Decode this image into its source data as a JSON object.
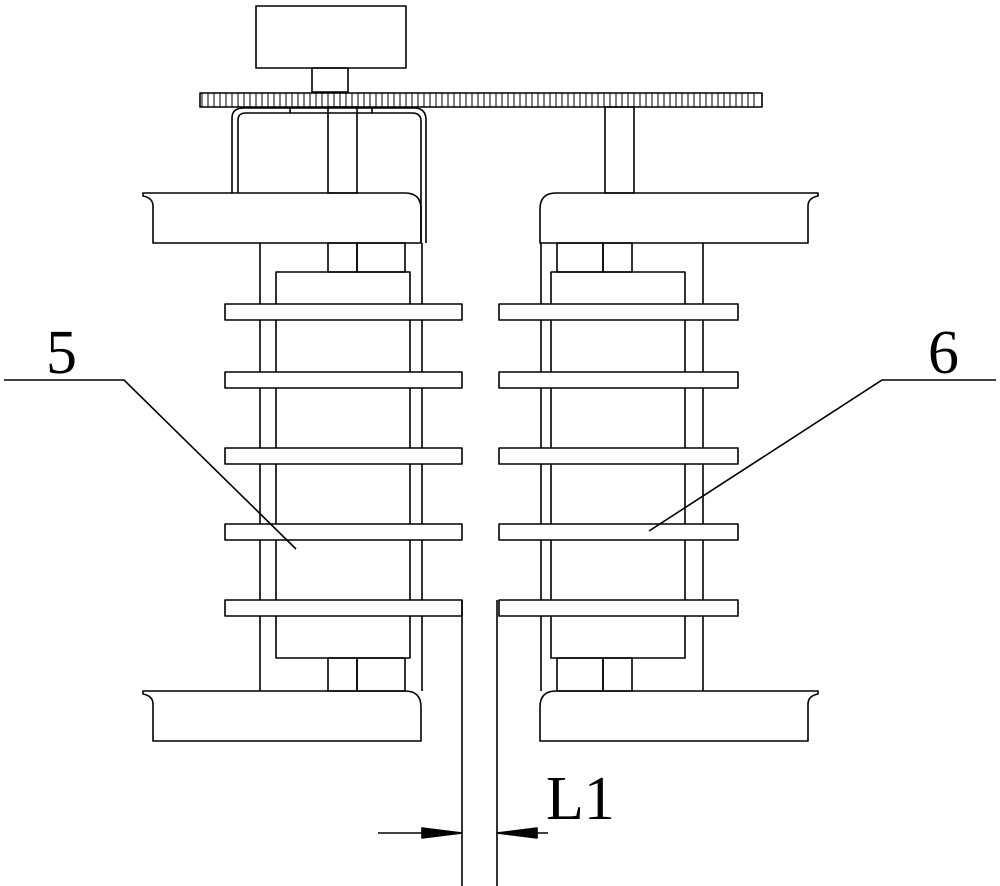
{
  "labels": {
    "part_5": "5",
    "part_6": "6",
    "gap": "L1"
  },
  "colors": {
    "line": "#000000",
    "background": "#ffffff"
  }
}
